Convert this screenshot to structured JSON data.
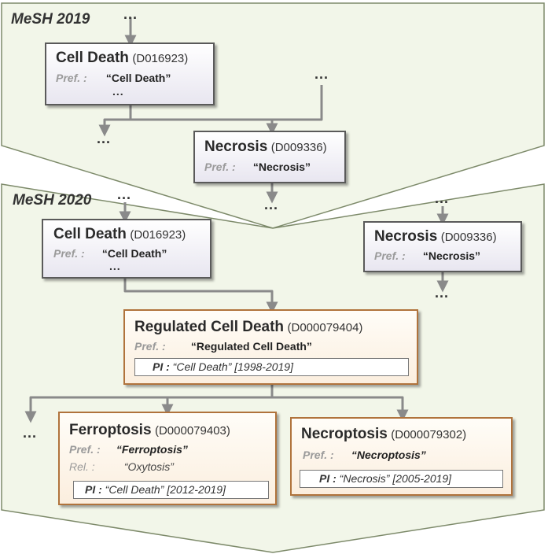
{
  "panels": {
    "mesh2019": "MeSH 2019",
    "mesh2020": "MeSH 2020"
  },
  "ellipsis": "...",
  "labels": {
    "pref": "Pref. :",
    "rel": "Rel. :",
    "pi": "PI :"
  },
  "nodes": {
    "cell_death_2019": {
      "name": "Cell Death",
      "id": "(D016923)",
      "pref": "“Cell Death”"
    },
    "necrosis_2019": {
      "name": "Necrosis",
      "id": "(D009336)",
      "pref": "“Necrosis”"
    },
    "cell_death_2020": {
      "name": "Cell Death",
      "id": "(D016923)",
      "pref": "“Cell Death”"
    },
    "necrosis_2020": {
      "name": "Necrosis",
      "id": "(D009336)",
      "pref": "“Necrosis”"
    },
    "regulated_cell_death": {
      "name": "Regulated Cell Death",
      "id": "(D000079404)",
      "pref": "“Regulated Cell Death”",
      "pi": "“Cell Death” [1998-2019]"
    },
    "ferroptosis": {
      "name": "Ferroptosis",
      "id": "(D000079403)",
      "pref": "“Ferroptosis”",
      "rel": "“Oxytosis”",
      "pi": "“Cell Death” [2012-2019]"
    },
    "necroptosis": {
      "name": "Necroptosis",
      "id": "(D000079302)",
      "pref": "“Necroptosis”",
      "pi": "“Necrosis” [2005-2019]"
    }
  },
  "colors": {
    "panel_fill": "#f2f6e9",
    "panel_border": "#7d8a6a",
    "connector": "#8a8a8a",
    "new_node_border": "#b0733c",
    "old_node_border": "#5a5a5a"
  }
}
